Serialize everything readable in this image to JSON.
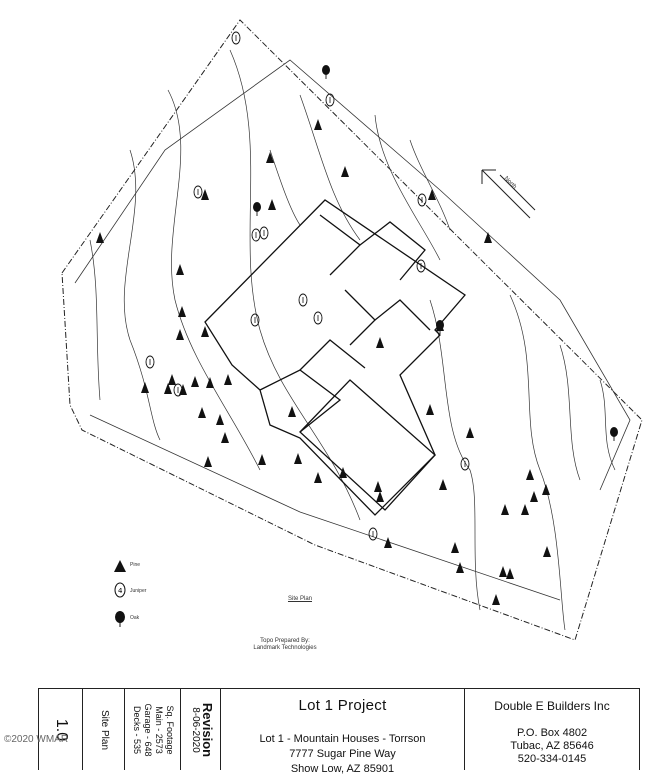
{
  "legend": {
    "pine_label": "Pine",
    "juniper_label": "Juniper",
    "oak_label": "Oak"
  },
  "plan_labels": {
    "site_plan_caption": "Site Plan",
    "topo_line1": "Topo Prepared By:",
    "topo_line2": "Landmark Technologies",
    "north_arrow": "North"
  },
  "title_block": {
    "sheet_number": "1.0",
    "sheet_name": "Site Plan",
    "sq_footage_heading": "Sq. Footage",
    "sq_main": "Main - 2573",
    "sq_garage": "Garage - 648",
    "sq_decks": "Decks - 535",
    "revision_heading": "Revision",
    "revision_date": "8-06-2020",
    "project_title": "Lot 1 Project",
    "project_line1": "Lot 1 - Mountain Houses - Torrson",
    "project_line2": "7777 Sugar Pine Way",
    "project_line3": "Show Low, AZ 85901",
    "company_name": "Double E Builders Inc",
    "company_addr1": "P.O. Box 4802",
    "company_addr2": "Tubac, AZ 85646",
    "company_phone": "520-334-0145"
  },
  "watermark": "©2020 WMAR",
  "trees": {
    "pine": [
      [
        100,
        238
      ],
      [
        180,
        270
      ],
      [
        318,
        125
      ],
      [
        270,
        158
      ],
      [
        345,
        172
      ],
      [
        205,
        195
      ],
      [
        272,
        205
      ],
      [
        432,
        195
      ],
      [
        488,
        238
      ],
      [
        182,
        312
      ],
      [
        205,
        332
      ],
      [
        172,
        380
      ],
      [
        183,
        390
      ],
      [
        195,
        382
      ],
      [
        210,
        383
      ],
      [
        228,
        380
      ],
      [
        145,
        388
      ],
      [
        202,
        413
      ],
      [
        220,
        420
      ],
      [
        225,
        438
      ],
      [
        262,
        460
      ],
      [
        298,
        459
      ],
      [
        318,
        478
      ],
      [
        343,
        473
      ],
      [
        378,
        487
      ],
      [
        380,
        497
      ],
      [
        208,
        462
      ],
      [
        440,
        326
      ],
      [
        380,
        343
      ],
      [
        430,
        410
      ],
      [
        470,
        433
      ],
      [
        443,
        485
      ],
      [
        388,
        543
      ],
      [
        455,
        548
      ],
      [
        460,
        568
      ],
      [
        503,
        572
      ],
      [
        510,
        574
      ],
      [
        496,
        600
      ],
      [
        505,
        510
      ],
      [
        525,
        510
      ],
      [
        530,
        475
      ],
      [
        534,
        497
      ],
      [
        546,
        490
      ],
      [
        547,
        552
      ],
      [
        292,
        412
      ],
      [
        180,
        335
      ],
      [
        168,
        389
      ]
    ],
    "juniper": [
      [
        236,
        38
      ],
      [
        330,
        100
      ],
      [
        198,
        192
      ],
      [
        264,
        233
      ],
      [
        421,
        266
      ],
      [
        318,
        318
      ],
      [
        255,
        320
      ],
      [
        150,
        362
      ],
      [
        373,
        534
      ],
      [
        465,
        464
      ],
      [
        422,
        200
      ],
      [
        303,
        300
      ],
      [
        178,
        390
      ],
      [
        256,
        235
      ]
    ],
    "oak": [
      [
        326,
        70
      ],
      [
        257,
        207
      ],
      [
        614,
        432
      ],
      [
        440,
        325
      ]
    ]
  }
}
